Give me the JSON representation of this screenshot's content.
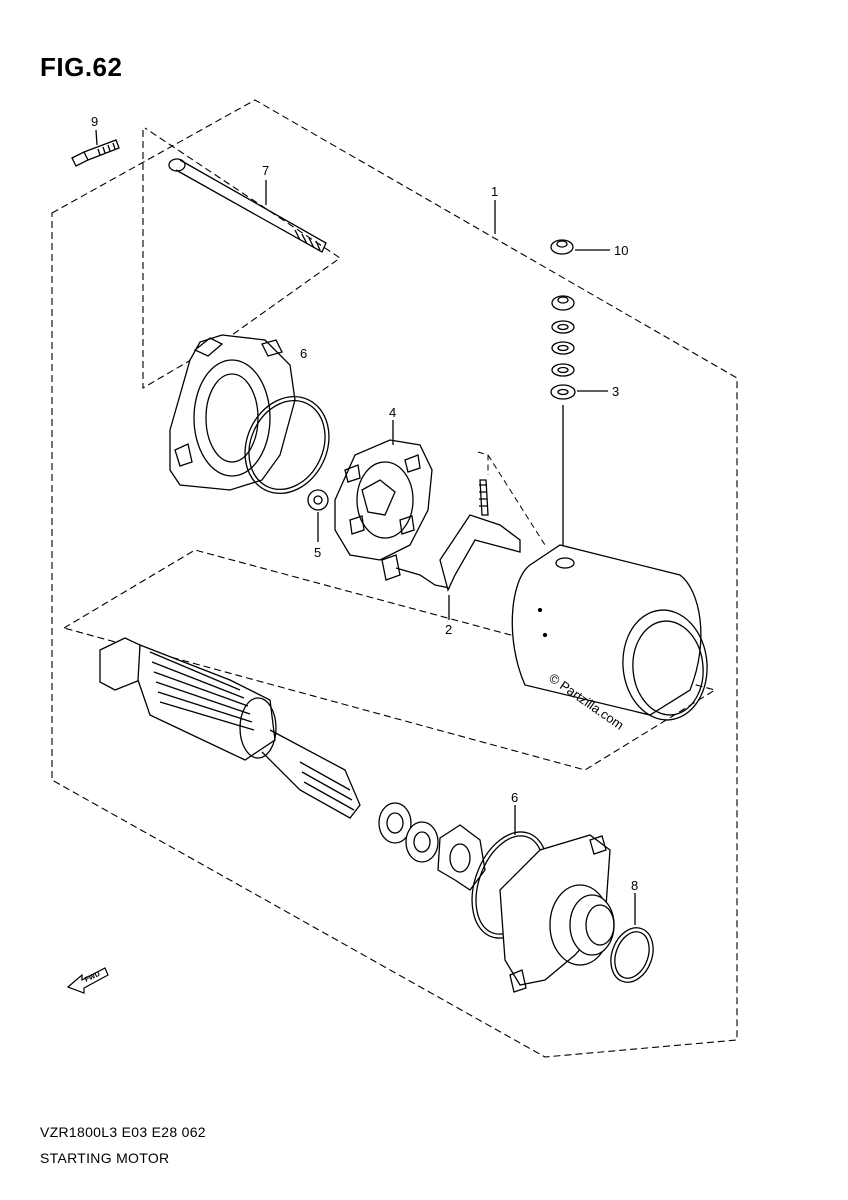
{
  "figure": {
    "title": "FIG.62"
  },
  "callouts": {
    "c1": "1",
    "c2": "2",
    "c3": "3",
    "c4": "4",
    "c5": "5",
    "c6a": "6",
    "c6b": "6",
    "c7": "7",
    "c8": "8",
    "c9": "9",
    "c10": "10"
  },
  "watermark": "© Partzilla.com",
  "fwd_label": "FWD",
  "footer": {
    "model_code": "VZR1800L3  E03  E28  062",
    "section_name": "STARTING MOTOR"
  },
  "colors": {
    "line": "#000000",
    "background": "#ffffff"
  }
}
